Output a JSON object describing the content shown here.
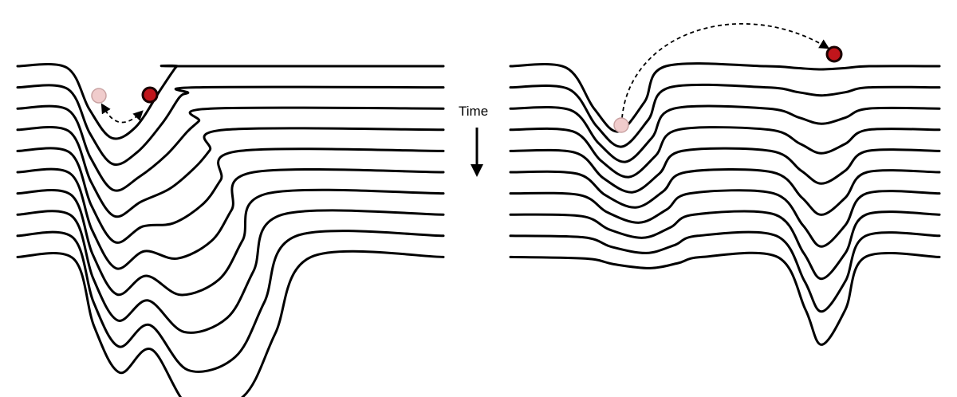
{
  "time_label": "Time",
  "colors": {
    "line": "#000000",
    "ball_before_fill": "#f0cccc",
    "ball_before_stroke": "#c9a3a3",
    "ball_after_fill": "#c0151b",
    "ball_after_stroke": "#1a0000"
  },
  "panels": [
    {
      "name": "left-landscape",
      "description_key": "narrowing",
      "layers": 10
    },
    {
      "name": "right-landscape",
      "description_key": "shifting",
      "layers": 10
    }
  ]
}
